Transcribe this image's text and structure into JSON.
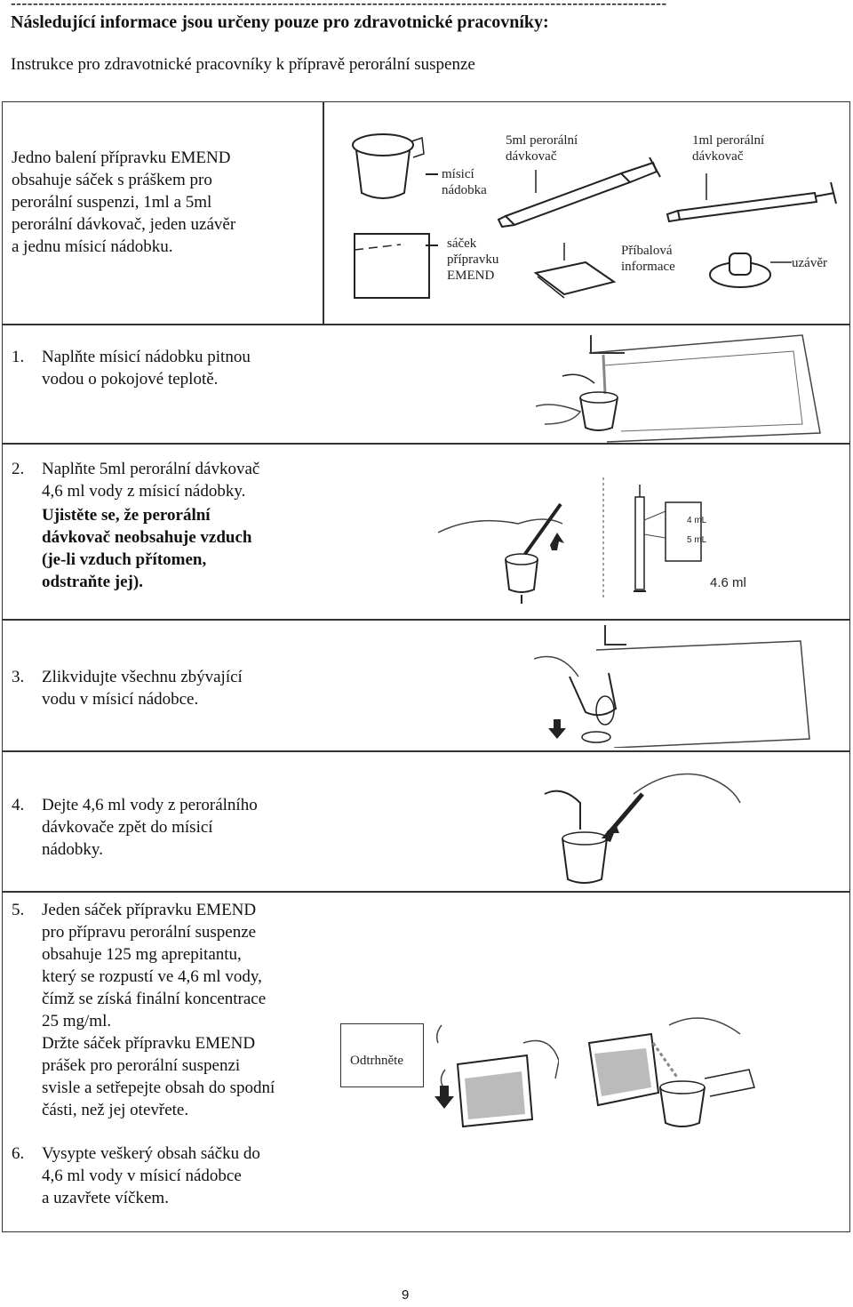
{
  "header": {
    "dashes": "----------------------------------------------------------------------------------------------------------------------",
    "title": "Následující informace jsou určeny pouze pro zdravotnické pracovníky:",
    "subtitle": "Instrukce pro zdravotnické pracovníky k přípravě perorální suspenze"
  },
  "kit": {
    "text": [
      "Jedno balení přípravku EMEND",
      "obsahuje sáček s práškem pro",
      "perorální suspenzi, 1ml a 5ml",
      "perorální dávkovač, jeden uzávěr",
      "a jednu mísicí nádobku."
    ],
    "labels": {
      "cup": [
        "mísicí",
        "nádobka"
      ],
      "sachet": [
        "sáček",
        "přípravku",
        "EMEND"
      ],
      "syringe5": [
        "5ml perorální",
        "dávkovač"
      ],
      "syringe1": [
        "1ml perorální",
        "dávkovač"
      ],
      "leaflet": [
        "Příbalová",
        "informace"
      ],
      "cap": "uzávěr"
    }
  },
  "steps": [
    {
      "num": "1.",
      "lines": [
        "Naplňte mísicí nádobku pitnou",
        "vodou o pokojové teplotě."
      ]
    },
    {
      "num": "2.",
      "lines": [
        "Naplňte 5ml perorální dávkovač",
        "4,6 ml vody z mísicí nádobky."
      ],
      "bold_lines": [
        "Ujistěte se, že perorální",
        "dávkovač neobsahuje vzduch",
        "(je-li vzduch přítomen,",
        "odstraňte jej)."
      ],
      "syringe_marks": [
        "4 mL",
        "5 mL"
      ],
      "volume": "4.6 ml"
    },
    {
      "num": "3.",
      "lines": [
        "Zlikvidujte všechnu zbývající",
        "vodu v mísicí nádobce."
      ]
    },
    {
      "num": "4.",
      "lines": [
        "Dejte 4,6 ml vody z perorálního",
        "dávkovače zpět do mísicí",
        "nádobky."
      ]
    },
    {
      "num": "5.",
      "lines": [
        "Jeden sáček přípravku EMEND",
        "pro přípravu perorální suspenze",
        "obsahuje 125 mg aprepitantu,",
        "který se rozpustí ve 4,6 ml vody,",
        "čímž se získá finální koncentrace",
        "25 mg/ml.",
        "Držte sáček přípravku EMEND",
        "prášek pro perorální suspenzi",
        "svisle a setřepejte obsah do spodní",
        "části, než jej otevřete."
      ],
      "tear_label": "Odtrhněte"
    },
    {
      "num": "6.",
      "lines": [
        "Vysypte veškerý obsah sáčku do",
        "4,6 ml vody v mísicí nádobce",
        "a uzavřete víčkem."
      ]
    }
  ],
  "page_number": "9"
}
